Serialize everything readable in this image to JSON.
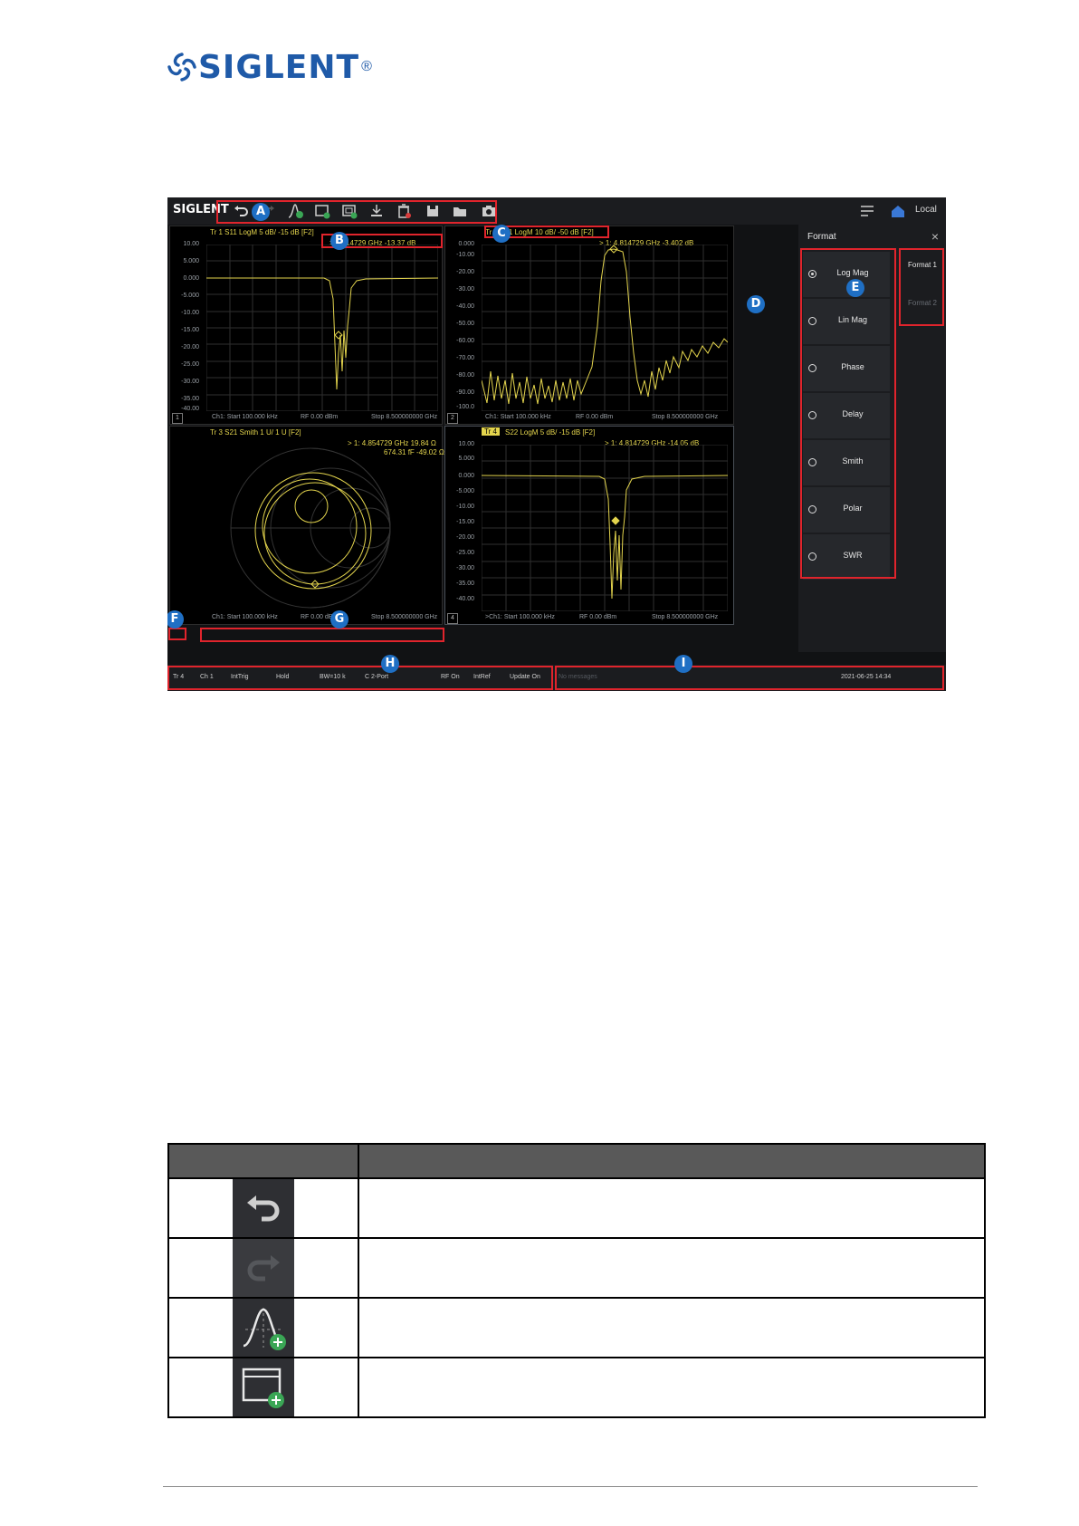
{
  "logo": {
    "text": "SIGLENT",
    "reg": "®"
  },
  "screenshot": {
    "brand": "SIGLENT",
    "toolbar_icons": [
      "undo-icon",
      "redo-icon",
      "add-trace-icon",
      "add-window-icon",
      "window-layout-icon",
      "download-icon",
      "delete-icon",
      "save-icon",
      "open-folder-icon",
      "camera-icon"
    ],
    "top_right": {
      "remote_label": "Local"
    },
    "panels": [
      {
        "id": "1",
        "header": "Tr 1   S11  LogM  5 dB/  -15 dB  [F2]",
        "marker": ">   4.814729 GHz        -13.37 dB",
        "yticks": [
          "10.00",
          "5.000",
          "0.000",
          "-5.000",
          "-10.00",
          "-15.00",
          "-20.00",
          "-25.00",
          "-30.00",
          "-35.00",
          "-40.00"
        ],
        "footer": {
          "start": "Ch1: Start 100.000 kHz",
          "rf": "RF 0.00 dBm",
          "stop": "Stop 8.500000000 GHz"
        }
      },
      {
        "id": "2",
        "header": "Tr 2  S21  LogM  10 dB/  -50 dB  [F2]",
        "marker": "> 1:   4.814729 GHz        -3.402 dB",
        "yticks": [
          "0.000",
          "-10.00",
          "-20.00",
          "-30.00",
          "-40.00",
          "-50.00",
          "-60.00",
          "-70.00",
          "-80.00",
          "-90.00",
          "-100.0"
        ],
        "footer": {
          "start": "Ch1: Start 100.000 kHz",
          "rf": "RF 0.00 dBm",
          "stop": "Stop 8.500000000 GHz"
        }
      },
      {
        "id": "3",
        "header": "Tr 3   S21  Smith  1 U/  1 U  [F2]",
        "marker_line1": "> 1:   4.854729 GHz         19.84 Ω",
        "marker_line2": "674.31 fF         -49.02 Ω",
        "footer": {
          "start": "Ch1: Start 100.000 kHz",
          "rf": "RF 0.00 dBm",
          "stop": "Stop 8.500000000 GHz"
        }
      },
      {
        "id": "4",
        "header_tag": "Tr 4",
        "header": "S22  LogM  5 dB/  -15 dB  [F2]",
        "marker": "> 1:   4.814729 GHz        -14.05 dB",
        "yticks": [
          "10.00",
          "5.000",
          "0.000",
          "-5.000",
          "-10.00",
          "-15.00",
          "-20.00",
          "-25.00",
          "-30.00",
          "-35.00",
          "-40.00"
        ],
        "footer": {
          "start": ">Ch1: Start 100.000 kHz",
          "rf": "RF 0.00 dBm",
          "stop": "Stop 8.500000000 GHz"
        }
      }
    ],
    "format_panel": {
      "title": "Format",
      "close": "×",
      "options": [
        {
          "label": "Log Mag",
          "selected": true
        },
        {
          "label": "Lin Mag",
          "selected": false
        },
        {
          "label": "Phase",
          "selected": false
        },
        {
          "label": "Delay",
          "selected": false
        },
        {
          "label": "Smith",
          "selected": false
        },
        {
          "label": "Polar",
          "selected": false
        },
        {
          "label": "SWR",
          "selected": false
        }
      ],
      "sub_menu": [
        "Format 1",
        "Format 2"
      ]
    },
    "status_bar": {
      "items": [
        "Tr 4",
        "Ch 1",
        "IntTrig",
        "Hold",
        "BW=10 k",
        "C 2-Port",
        "RF On",
        "IntRef",
        "Update On"
      ],
      "message": "No messages",
      "datetime": "2021-06-25 14:34"
    },
    "callouts": [
      "A",
      "B",
      "C",
      "D",
      "E",
      "F",
      "G",
      "H",
      "I"
    ]
  },
  "table": {
    "header": [
      "",
      ""
    ],
    "rows": [
      {
        "icon": "undo-icon",
        "description": ""
      },
      {
        "icon": "redo-icon",
        "description": ""
      },
      {
        "icon": "add-trace-icon",
        "description": ""
      },
      {
        "icon": "add-window-icon",
        "description": ""
      }
    ]
  }
}
